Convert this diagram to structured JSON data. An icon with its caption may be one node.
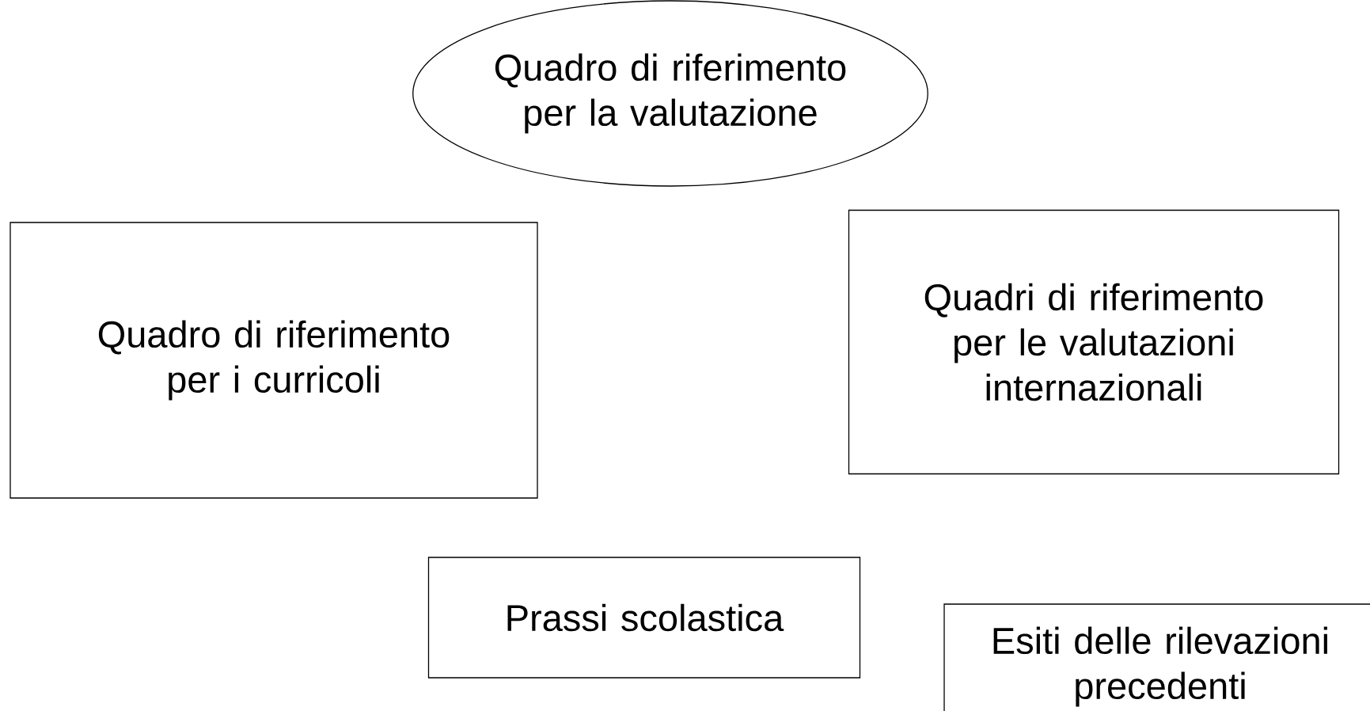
{
  "diagram": {
    "nodes": [
      {
        "text": [
          "Quadro di riferimento per la valutazione"
        ]
      },
      {
        "text": [
          "Quadro di riferimento per i curricoli"
        ]
      },
      {
        "text": [
          "Quadri di riferimento per le valutazioni internazionali"
        ]
      },
      {
        "text": [
          "Prassi scolastica"
        ]
      },
      {
        "text": [
          "Esiti delle rilevazioni precedenti"
        ]
      }
    ]
  }
}
